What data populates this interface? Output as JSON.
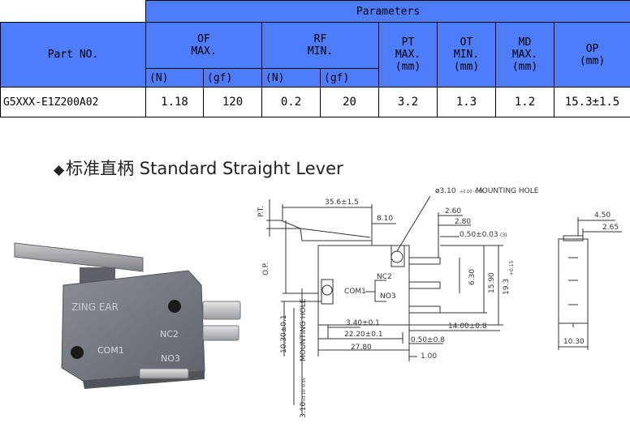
{
  "table": {
    "group_header": "Parameters",
    "part_no_header": "Part NO.",
    "of": {
      "label": "OF",
      "sub": "MAX.",
      "units": [
        "(N)",
        "(gf)"
      ]
    },
    "rf": {
      "label": "RF",
      "sub": "MIN.",
      "units": [
        "(N)",
        "(gf)"
      ]
    },
    "pt": {
      "label": "PT",
      "sub": "MAX.",
      "unit": "(mm)"
    },
    "ot": {
      "label": "OT",
      "sub": "MIN.",
      "unit": "(mm)"
    },
    "md": {
      "label": "MD",
      "sub": "MAX.",
      "unit": "(mm)"
    },
    "op": {
      "label": "OP",
      "unit": "(mm)"
    },
    "row": {
      "part_no": "G5XXX-E1Z200A02",
      "of_n": "1.18",
      "of_gf": "120",
      "rf_n": "0.2",
      "rf_gf": "20",
      "pt": "3.2",
      "ot": "1.3",
      "md": "1.2",
      "op": "15.3±1.5"
    }
  },
  "heading": {
    "symbol": "◆",
    "chinese": "标准直柄",
    "english": "Standard Straight Lever"
  },
  "photo": {
    "brand": "ZING EAR",
    "terminals": [
      "NC2",
      "COM1",
      "NO3"
    ]
  },
  "drawing": {
    "pt": "P.T.",
    "op": "O.P.",
    "d_35_6": "35.6±1.5",
    "d_8_10": "8.10",
    "mount_hole": "ø3.10",
    "mount_tol": "+0.10 -0.05",
    "mount_hole_label": "MOUNTING HOLE",
    "d_2_60": "2.60",
    "d_2_80": "2.80",
    "d_0_50": "0.50±0.03",
    "d_0_50_note": "(3)",
    "d_6_30": "6.30",
    "d_15_90": "15.90",
    "d_19_3": "19.3",
    "d_19_3_tol": "+0.15",
    "nc2": "NC2",
    "com1": "COM1",
    "no3": "NO3",
    "d_3_40": "3.40±0.1",
    "d_22_20": "22.20±0.1",
    "d_27_80": "27.80",
    "d_0_50b": "0.50±0.8",
    "d_1_00": "1.00",
    "d_14_00": "14.00±0.8",
    "d_10_30v": "10.30±0.1",
    "mounting_hole_v": "MOUNTING HOLE",
    "d_3_10v": "3.10",
    "d_3_10v_tol": "+0.10 -0.05",
    "d_4_50": "4.50",
    "d_2_65": "2.65",
    "d_10_30h": "10.30"
  }
}
